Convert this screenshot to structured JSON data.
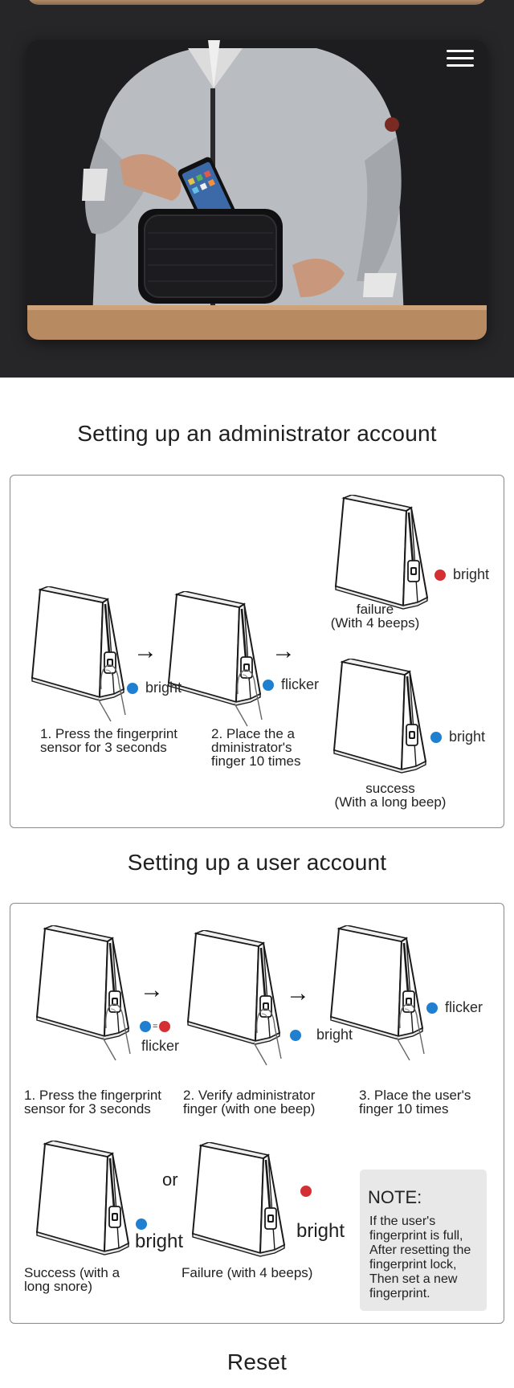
{
  "hero": {
    "menu_icon": "hamburger-menu-icon"
  },
  "admin_section": {
    "title": "Setting up an administrator account",
    "indicator_color_blue": "#1f7fd0",
    "indicator_color_red": "#d43034",
    "steps": [
      {
        "indicator": "bright",
        "caption_line1": "1. Press the fingerprint",
        "caption_line2": "sensor for 3 seconds"
      },
      {
        "indicator": "flicker",
        "caption_line1": "2. Place the a",
        "caption_line2": "dministrator's",
        "caption_line3": "finger 10 times"
      }
    ],
    "outcomes": {
      "failure": {
        "indicator": "bright",
        "label": "failure",
        "detail": "(With 4 beeps)"
      },
      "success": {
        "indicator": "bright",
        "label": "success",
        "detail": "(With a long beep)"
      }
    }
  },
  "user_section": {
    "title": "Setting up a user account",
    "steps": [
      {
        "indicator": "flicker",
        "caption_line1": "1. Press the fingerprint",
        "caption_line2": "sensor for 3 seconds"
      },
      {
        "indicator": "bright",
        "caption_line1": "2. Verify administrator",
        "caption_line2": "finger (with one beep)"
      },
      {
        "indicator": "flicker",
        "caption_line1": "3. Place the user's",
        "caption_line2": "finger 10 times"
      }
    ],
    "or_label": "or",
    "success": {
      "indicator": "bright",
      "caption_line1": "Success (with a",
      "caption_line2": "long snore)"
    },
    "failure": {
      "indicator": "bright",
      "caption": "Failure (with 4 beeps)"
    },
    "note": {
      "title": "NOTE:",
      "lines": [
        "If the user's",
        " fingerprint is full,",
        "After resetting the",
        "fingerprint lock,",
        "Then set a new",
        "fingerprint."
      ]
    }
  },
  "reset_section": {
    "title": "Reset"
  }
}
